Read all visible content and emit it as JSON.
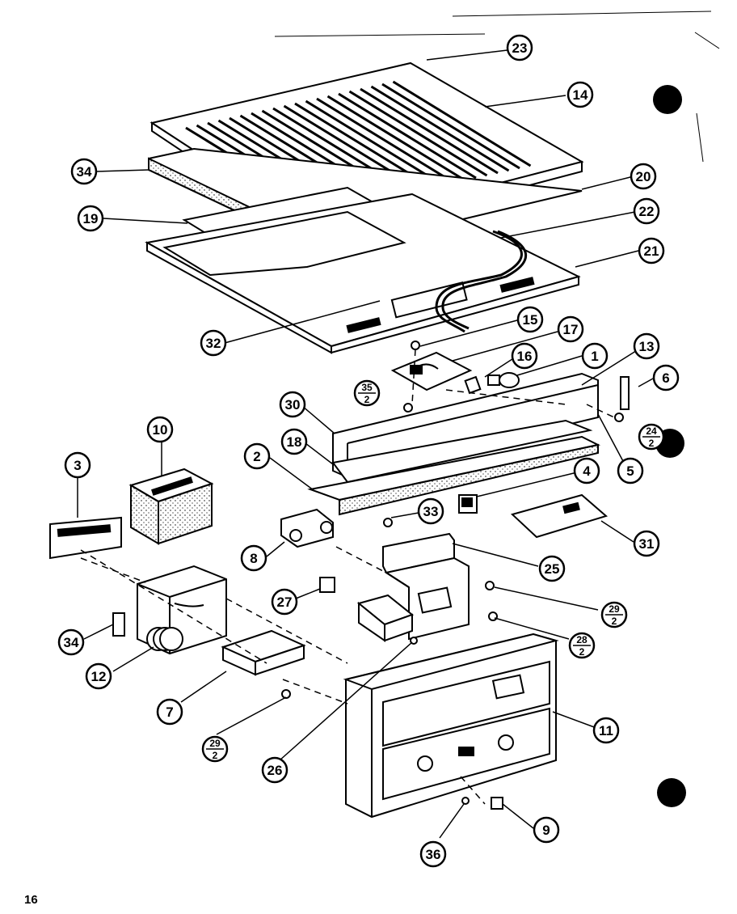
{
  "diagram": {
    "page_number": "16",
    "callouts": [
      {
        "id": "c23",
        "text": "23"
      },
      {
        "id": "c14",
        "text": "14"
      },
      {
        "id": "c34a",
        "text": "34"
      },
      {
        "id": "c20",
        "text": "20"
      },
      {
        "id": "c19",
        "text": "19"
      },
      {
        "id": "c22",
        "text": "22"
      },
      {
        "id": "c21",
        "text": "21"
      },
      {
        "id": "c32",
        "text": "32"
      },
      {
        "id": "c15",
        "text": "15"
      },
      {
        "id": "c17",
        "text": "17"
      },
      {
        "id": "c16",
        "text": "16"
      },
      {
        "id": "c1",
        "text": "1"
      },
      {
        "id": "c13",
        "text": "13"
      },
      {
        "id": "c6",
        "text": "6"
      },
      {
        "id": "c30",
        "text": "30"
      },
      {
        "id": "c18",
        "text": "18"
      },
      {
        "id": "c2",
        "text": "2"
      },
      {
        "id": "c5",
        "text": "5"
      },
      {
        "id": "c4",
        "text": "4"
      },
      {
        "id": "c10",
        "text": "10"
      },
      {
        "id": "c3",
        "text": "3"
      },
      {
        "id": "c33",
        "text": "33"
      },
      {
        "id": "c31",
        "text": "31"
      },
      {
        "id": "c8",
        "text": "8"
      },
      {
        "id": "c25",
        "text": "25"
      },
      {
        "id": "c27",
        "text": "27"
      },
      {
        "id": "c34b",
        "text": "34"
      },
      {
        "id": "c12",
        "text": "12"
      },
      {
        "id": "c7",
        "text": "7"
      },
      {
        "id": "c11",
        "text": "11"
      },
      {
        "id": "c26",
        "text": "26"
      },
      {
        "id": "c9",
        "text": "9"
      },
      {
        "id": "c36",
        "text": "36"
      }
    ],
    "fraction_callouts": [
      {
        "id": "f35",
        "num": "35",
        "den": "2"
      },
      {
        "id": "f24",
        "num": "24",
        "den": "2"
      },
      {
        "id": "f29a",
        "num": "29",
        "den": "2"
      },
      {
        "id": "f28",
        "num": "28",
        "den": "2"
      },
      {
        "id": "f29b",
        "num": "29",
        "den": "2"
      }
    ]
  }
}
